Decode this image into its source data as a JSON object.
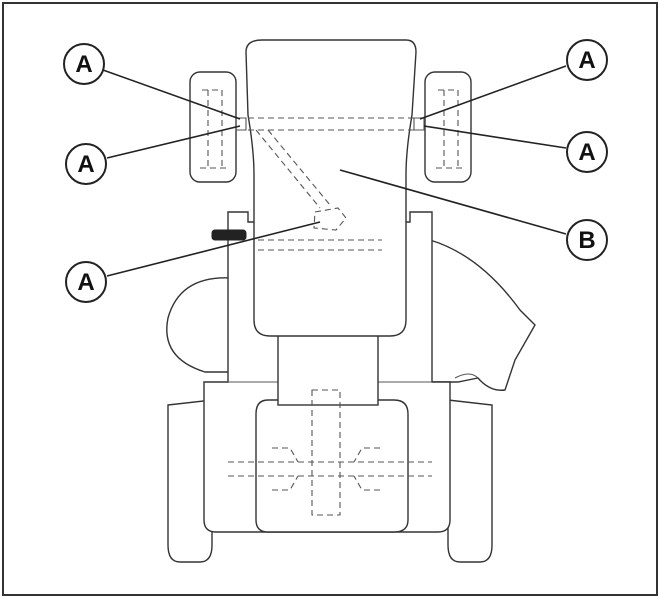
{
  "callouts": {
    "a1": "A",
    "a2": "A",
    "a3": "A",
    "a4": "A",
    "a5": "A",
    "b1": "B"
  },
  "colors": {
    "frame": "#333333",
    "line": "#555555",
    "lever": "#222222",
    "background": "#ffffff"
  }
}
